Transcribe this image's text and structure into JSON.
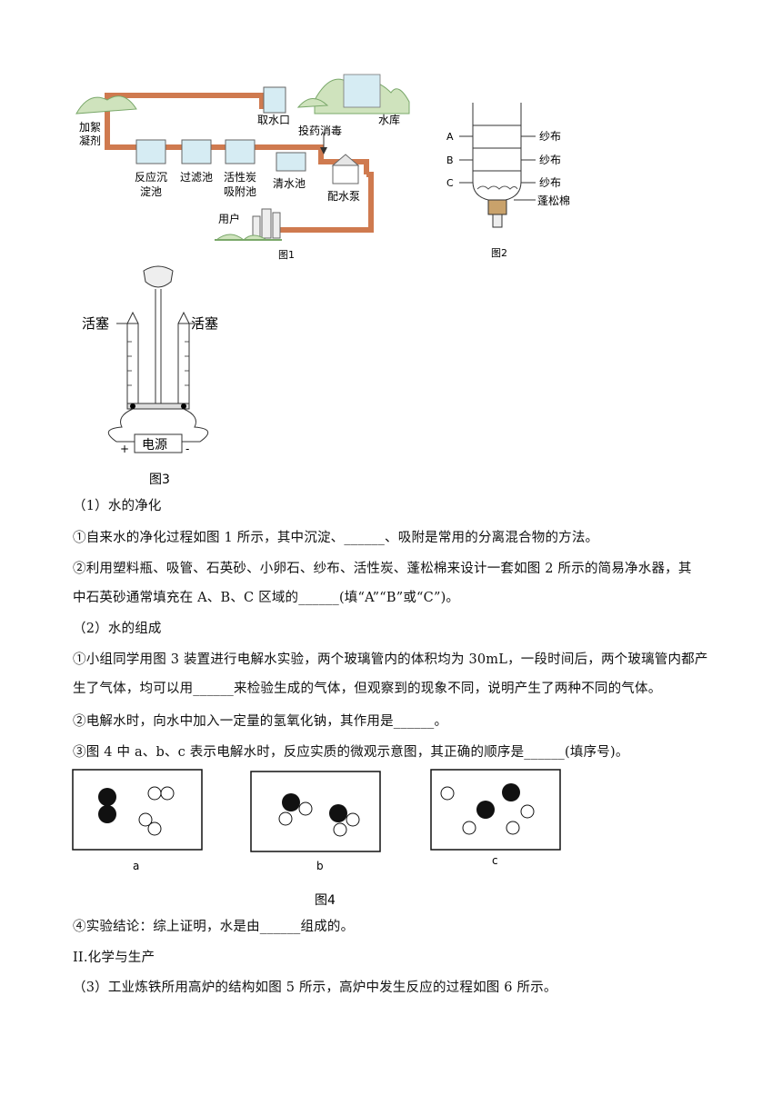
{
  "fig1": {
    "labels": {
      "coagulant_1": "加絮",
      "coagulant_2": "凝剂",
      "intake": "取水口",
      "reservoir": "水库",
      "disinfect": "投药消毒",
      "sediment_1": "反应沉",
      "sediment_2": "淀池",
      "filter": "过滤池",
      "carbon_1": "活性炭",
      "carbon_2": "吸附池",
      "clear": "清水池",
      "pump": "配水泵",
      "user": "用户"
    },
    "caption": "图1"
  },
  "fig2": {
    "labels": {
      "a": "A",
      "b": "B",
      "c": "C",
      "gauze1": "纱布",
      "gauze2": "纱布",
      "gauze3": "纱布",
      "cotton": "蓬松棉"
    },
    "caption": "图2"
  },
  "fig3": {
    "labels": {
      "valve_left": "活塞",
      "valve_right": "活塞",
      "power": "电源",
      "plus": "+",
      "minus": "-"
    },
    "caption": "图3"
  },
  "text": {
    "s1_title": "（1）水的净化",
    "s1_q1": "①自来水的净化过程如图 1 所示，其中沉淀、______、吸附是常用的分离混合物的方法。",
    "s1_q2_a": "②利用塑料瓶、吸管、石英砂、小卵石、纱布、活性炭、蓬松棉来设计一套如图 2 所示的简易净水器，其",
    "s1_q2_b": "中石英砂通常填充在 A、B、C 区域的______(填“A”“B”或“C”)。",
    "s2_title": "（2）水的组成",
    "s2_q1_a": "①小组同学用图 3 装置进行电解水实验，两个玻璃管内的体积均为 30mL，一段时间后，两个玻璃管内都产",
    "s2_q1_b": "生了气体，均可以用______来检验生成的气体，但观察到的现象不同，说明产生了两种不同的气体。",
    "s2_q2": "②电解水时，向水中加入一定量的氢氧化钠，其作用是______。",
    "s2_q3": "③图 4 中 a、b、c 表示电解水时，反应实质的微观示意图，其正确的顺序是______(填序号)。",
    "s2_q4": "④实验结论：综上证明，水是由______组成的。",
    "part2_title": "II.化学与生产",
    "s3_q": "（3）工业炼铁所用高炉的结构如图 5 所示，高炉中发生反应的过程如图 6 所示。"
  },
  "fig4": {
    "panels": [
      "a",
      "b",
      "c"
    ],
    "caption": "图4"
  }
}
